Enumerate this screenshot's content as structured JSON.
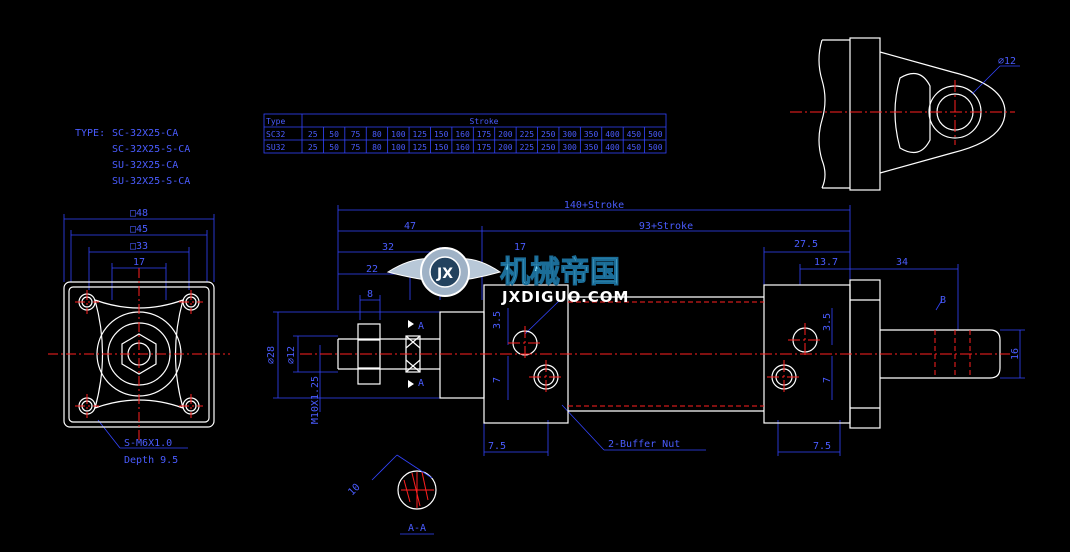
{
  "colors": {
    "background": "#000000",
    "outline": "#ffffff",
    "dimension": "#3344ff",
    "centerline": "#ff2020",
    "watermark_text": "#7ee0ff",
    "watermark_sub": "#ffffff"
  },
  "type_block": {
    "heading": "TYPE:",
    "models": [
      "SC-32X25-CA",
      "SC-32X25-S-CA",
      "SU-32X25-CA",
      "SU-32X25-S-CA"
    ]
  },
  "stroke_table": {
    "col1_header": "Type",
    "col2_header": "Stroke",
    "rows": [
      {
        "type": "SC32",
        "values": [
          "25",
          "50",
          "75",
          "80",
          "100",
          "125",
          "150",
          "160",
          "175",
          "200",
          "225",
          "250",
          "300",
          "350",
          "400",
          "450",
          "500"
        ]
      },
      {
        "type": "SU32",
        "values": [
          "25",
          "50",
          "75",
          "80",
          "100",
          "125",
          "150",
          "160",
          "175",
          "200",
          "225",
          "250",
          "300",
          "350",
          "400",
          "450",
          "500"
        ]
      }
    ]
  },
  "front_view": {
    "dim_outer": "□48",
    "dim_mid": "□45",
    "dim_inner": "□33",
    "dim_17": "17",
    "thread_note": "S-M6X1.0",
    "depth_note": "Depth 9.5"
  },
  "side_view": {
    "total_length": "140+Stroke",
    "dim_47": "47",
    "dim_93": "93+Stroke",
    "dim_32": "32",
    "dim_22": "22",
    "dim_17": "17",
    "dim_8": "8",
    "dim_27_5": "27.5",
    "dim_13_7": "13.7",
    "dim_34": "34",
    "dim_3_5_left": "3.5",
    "dim_3_5_right": "3.5",
    "dim_7_left": "7",
    "dim_7_right": "7",
    "dim_7_5_left": "7.5",
    "dim_7_5_right": "7.5",
    "dim_16": "16",
    "dim_d28": "⌀28",
    "dim_d12": "⌀12",
    "thread_rod": "M10X1.25",
    "buffer_note": "2-Buffer  Nut",
    "section_mark_a": "A",
    "view_mark_b": "B"
  },
  "clevis_view": {
    "dim_d12": "⌀12"
  },
  "section_view": {
    "label": "A-A",
    "dim_10": "10"
  },
  "watermark": {
    "main": "机械帝国",
    "sub": "JXDIGUO.COM",
    "emblem": "JX"
  }
}
